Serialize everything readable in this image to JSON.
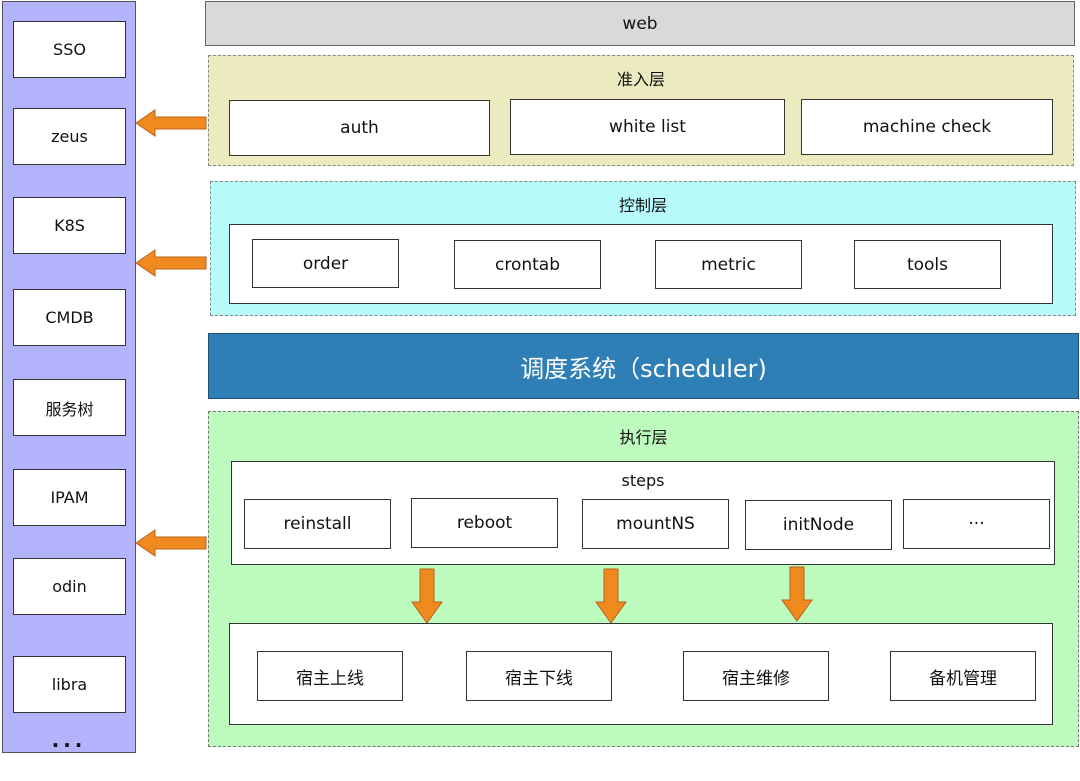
{
  "sidebar": {
    "items": [
      "SSO",
      "zeus",
      "K8S",
      "CMDB",
      "服务树",
      "IPAM",
      "odin",
      "libra"
    ],
    "ellipsis": "..."
  },
  "web": {
    "label": "web"
  },
  "access_layer": {
    "title": "准入层",
    "items": [
      "auth",
      "white list",
      "machine check"
    ]
  },
  "control_layer": {
    "title": "控制层",
    "items": [
      "order",
      "crontab",
      "metric",
      "tools"
    ]
  },
  "scheduler": {
    "label": "调度系统（scheduler)"
  },
  "exec_layer": {
    "title": "执行层",
    "steps_title": "steps",
    "steps": [
      "reinstall",
      "reboot",
      "mountNS",
      "initNode",
      "···"
    ],
    "operations": [
      "宿主上线",
      "宿主下线",
      "宿主维修",
      "备机管理"
    ]
  },
  "colors": {
    "sidebar_bg": "#b3b3fb",
    "access_bg": "#ecebc0",
    "control_bg": "#b8fbfb",
    "scheduler_bg": "#2f7fb7",
    "exec_bg": "#bdfabd",
    "arrow": "#f08a1f"
  }
}
